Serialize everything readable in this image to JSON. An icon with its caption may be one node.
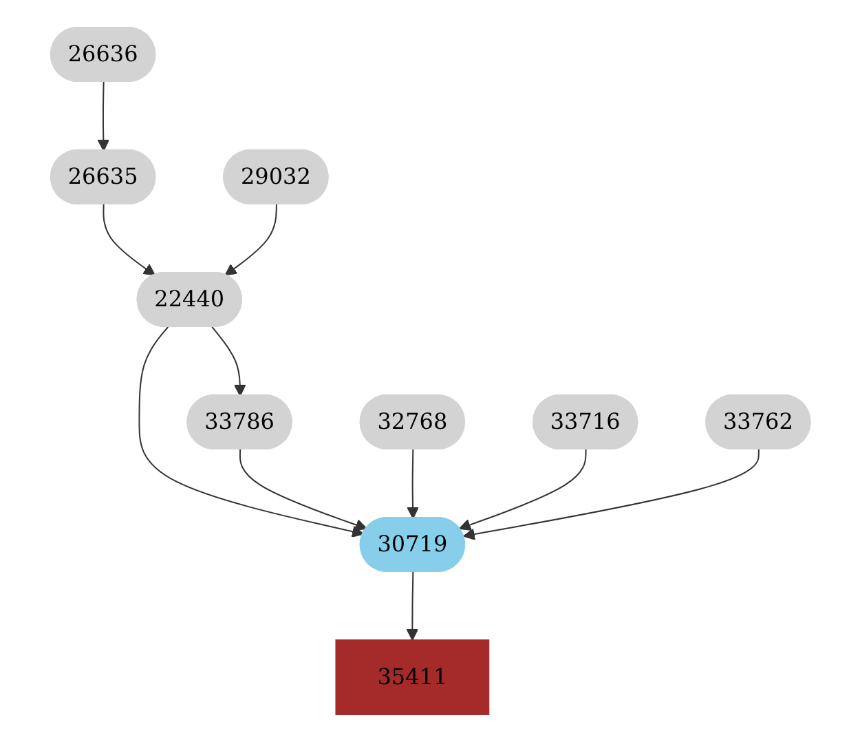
{
  "diagram": {
    "nodes": [
      {
        "text": [
          "26636"
        ]
      },
      {
        "text": [
          "26635"
        ]
      },
      {
        "text": [
          "29032"
        ]
      },
      {
        "text": [
          "22440"
        ]
      },
      {
        "text": [
          "33786"
        ]
      },
      {
        "text": [
          "32768"
        ]
      },
      {
        "text": [
          "33716"
        ]
      },
      {
        "text": [
          "33762"
        ]
      },
      {
        "text": [
          "30719"
        ]
      },
      {
        "text": [
          "35411"
        ]
      }
    ],
    "edges": [
      {
        "from": 0,
        "to": 1,
        "arrow": "to"
      },
      {
        "from": 1,
        "to": 3,
        "arrow": "to"
      },
      {
        "from": 2,
        "to": 3,
        "arrow": "to"
      },
      {
        "from": 3,
        "to": 8,
        "arrow": "to"
      },
      {
        "from": 3,
        "to": 4,
        "arrow": "to"
      },
      {
        "from": 4,
        "to": 8,
        "arrow": "to"
      },
      {
        "from": 5,
        "to": 8,
        "arrow": "to"
      },
      {
        "from": 6,
        "to": 8,
        "arrow": "to"
      },
      {
        "from": 7,
        "to": 8,
        "arrow": "to"
      },
      {
        "from": 8,
        "to": 9,
        "arrow": "to"
      }
    ]
  }
}
